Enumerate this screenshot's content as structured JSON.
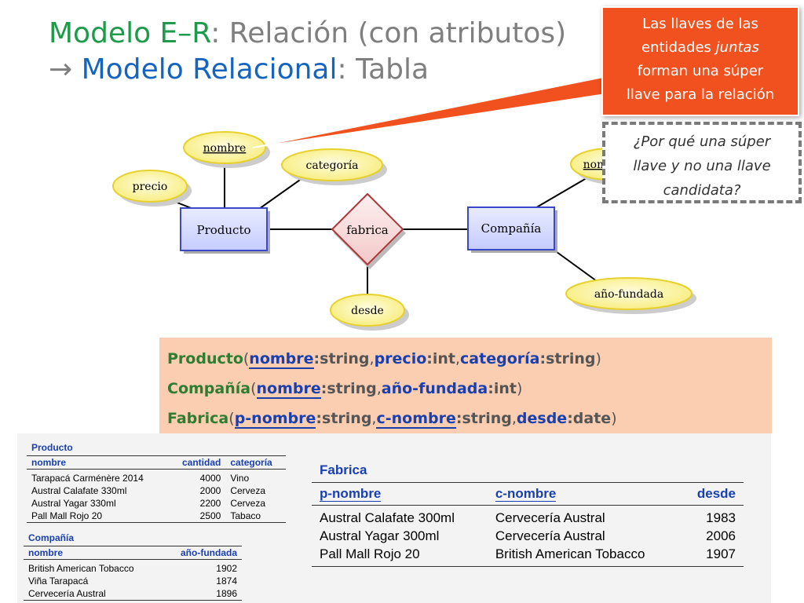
{
  "title": {
    "part1_green": "Modelo E–R",
    "part1_rest": ": Relación (con atributos)",
    "arrow": "→",
    "part2_blue": "Modelo Relacional",
    "part2_rest": ": Tabla"
  },
  "callout": {
    "line1": "Las llaves de las",
    "line2_pre": "entidades ",
    "line2_em": "juntas",
    "line3": "forman una súper",
    "line4": "llave para la relación"
  },
  "question": {
    "line1": "¿Por qué una súper",
    "line2": "llave y no una llave",
    "line3": "candidata?"
  },
  "diagram": {
    "attr_nombre": "nombre",
    "attr_precio": "precio",
    "attr_categoria": "categoría",
    "attr_nombre_compania": "nombre",
    "attr_ano_fundada": "año-fundada",
    "attr_desde": "desde",
    "entity_producto": "Producto",
    "entity_compania": "Compañía",
    "relationship_fabrica": "fabrica"
  },
  "schema": [
    {
      "relation": "Producto",
      "attributes": [
        {
          "name": "nombre",
          "type": "string",
          "key": true
        },
        {
          "name": "precio",
          "type": "int",
          "key": false
        },
        {
          "name": "categoría",
          "type": "string",
          "key": false
        }
      ]
    },
    {
      "relation": "Compañía",
      "attributes": [
        {
          "name": "nombre",
          "type": "string",
          "key": true
        },
        {
          "name": "año-fundada",
          "type": "int",
          "key": false
        }
      ]
    },
    {
      "relation": "Fabrica",
      "attributes": [
        {
          "name": "p-nombre",
          "type": "string",
          "key": true
        },
        {
          "name": "c-nombre",
          "type": "string",
          "key": true
        },
        {
          "name": "desde",
          "type": "date",
          "key": false
        }
      ]
    }
  ],
  "tables": {
    "producto": {
      "name": "Producto",
      "headers": [
        "nombre",
        "cantidad",
        "categoría"
      ],
      "rows": [
        [
          "Tarapacá Carménère 2014",
          "4000",
          "Vino"
        ],
        [
          "Austral Calafate 330ml",
          "2000",
          "Cerveza"
        ],
        [
          "Austral Yagar 330ml",
          "2200",
          "Cerveza"
        ],
        [
          "Pall Mall Rojo 20",
          "2500",
          "Tabaco"
        ]
      ]
    },
    "compania": {
      "name": "Compañía",
      "headers": [
        "nombre",
        "año-fundada"
      ],
      "rows": [
        [
          "British American Tobacco",
          "1902"
        ],
        [
          "Viña Tarapacá",
          "1874"
        ],
        [
          "Cervecería Austral",
          "1896"
        ]
      ]
    },
    "fabrica": {
      "name": "Fabrica",
      "headers": [
        "p-nombre",
        "c-nombre",
        "desde"
      ],
      "rows": [
        [
          "Austral Calafate 300ml",
          "Cervecería Austral",
          "1983"
        ],
        [
          "Austral Yagar 300ml",
          "Cervecería Austral",
          "2006"
        ],
        [
          "Pall Mall Rojo 20",
          "British American Tobacco",
          "1907"
        ]
      ]
    }
  }
}
